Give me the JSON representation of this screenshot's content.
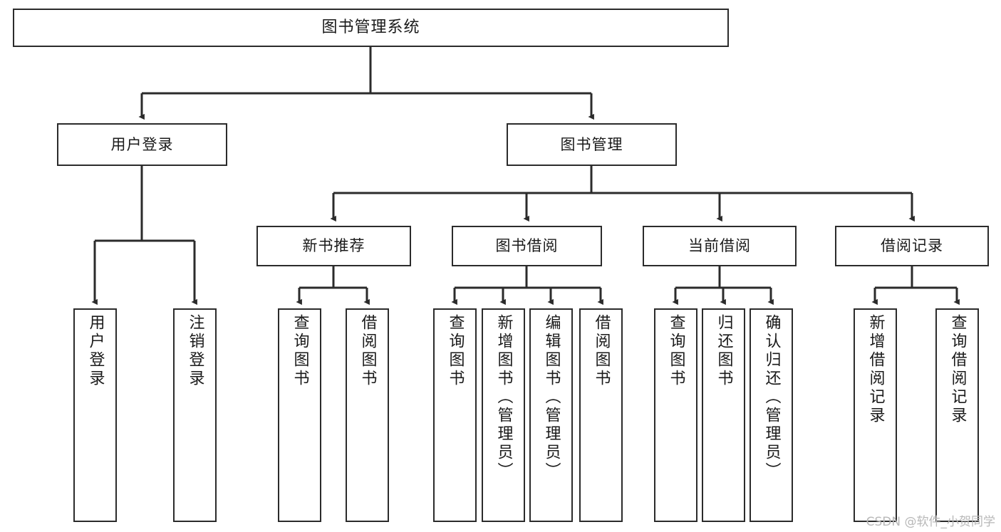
{
  "diagram": {
    "title": "图书管理系统",
    "type": "hierarchy-tree",
    "watermark": "CSDN @软件_小贺同学",
    "colors": {
      "box_border": "#2b2b2b",
      "box_fill": "#ffffff",
      "connector": "#2b2b2b",
      "text": "#1a1a1a",
      "watermark": "#b8b8b8"
    },
    "root": {
      "label": "图书管理系统"
    },
    "level1": [
      {
        "label": "用户登录"
      },
      {
        "label": "图书管理"
      }
    ],
    "level2": [
      {
        "label": "新书推荐"
      },
      {
        "label": "图书借阅"
      },
      {
        "label": "当前借阅"
      },
      {
        "label": "借阅记录"
      }
    ],
    "leaves": {
      "user_login": [
        {
          "label": "用户登录"
        },
        {
          "label": "注销登录"
        }
      ],
      "new_book_recommend": [
        {
          "label": "查询图书"
        },
        {
          "label": "借阅图书"
        }
      ],
      "book_borrow": [
        {
          "label": "查询图书"
        },
        {
          "label": "新增图书（管理员）"
        },
        {
          "label": "编辑图书（管理员）"
        },
        {
          "label": "借阅图书"
        }
      ],
      "current_borrow": [
        {
          "label": "查询图书"
        },
        {
          "label": "归还图书"
        },
        {
          "label": "确认归还（管理员）"
        }
      ],
      "borrow_record": [
        {
          "label": "新增借阅记录"
        },
        {
          "label": "查询借阅记录"
        }
      ]
    }
  }
}
